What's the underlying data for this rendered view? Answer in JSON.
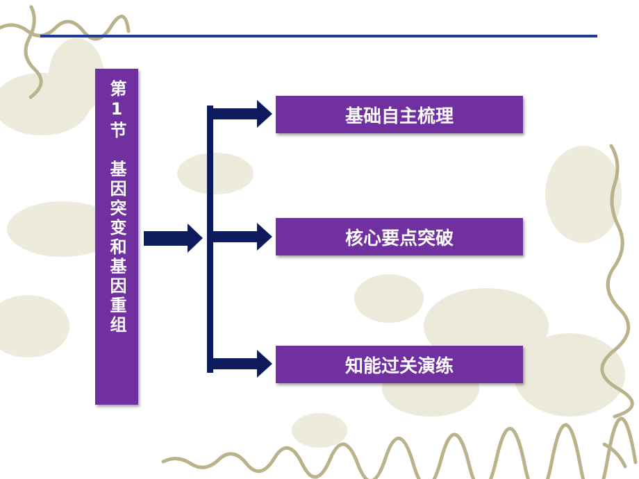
{
  "title": {
    "section": "第1节",
    "topic": "基因突变和基因重组"
  },
  "items": [
    {
      "label": "基础自主梳理"
    },
    {
      "label": "核心要点突破"
    },
    {
      "label": "知能过关演练"
    }
  ],
  "colors": {
    "box": "#7030a0",
    "arrow": "#0d1a5c",
    "line": "#1f3a93"
  }
}
